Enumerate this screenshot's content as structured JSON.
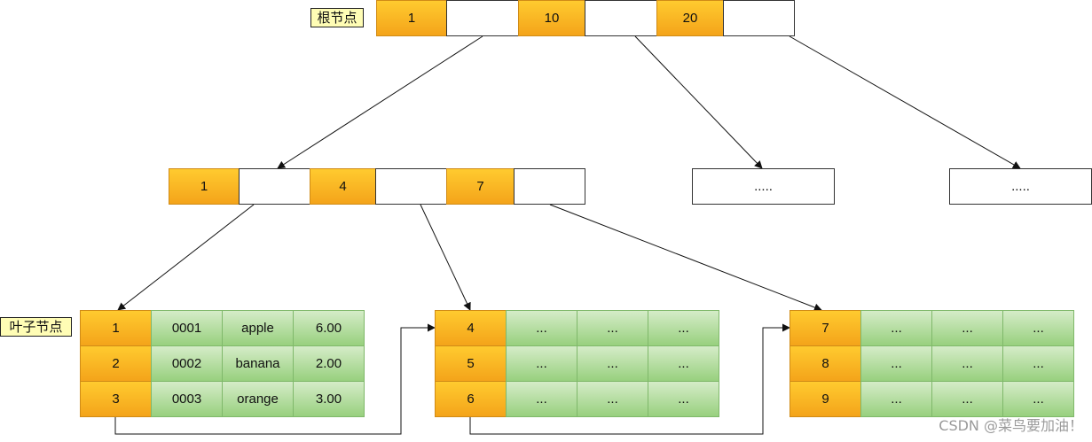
{
  "labels": {
    "root": "根节点",
    "leaf": "叶子节点"
  },
  "root": {
    "keys": [
      "1",
      "10",
      "20"
    ]
  },
  "internal": {
    "keys": [
      "1",
      "4",
      "7"
    ],
    "other_nodes": [
      ".....",
      "....."
    ]
  },
  "leaves": [
    {
      "rows": [
        {
          "key": "1",
          "id": "0001",
          "name": "apple",
          "price": "6.00"
        },
        {
          "key": "2",
          "id": "0002",
          "name": "banana",
          "price": "2.00"
        },
        {
          "key": "3",
          "id": "0003",
          "name": "orange",
          "price": "3.00"
        }
      ]
    },
    {
      "rows": [
        {
          "key": "4",
          "id": "...",
          "name": "...",
          "price": "..."
        },
        {
          "key": "5",
          "id": "...",
          "name": "...",
          "price": "..."
        },
        {
          "key": "6",
          "id": "...",
          "name": "...",
          "price": "..."
        }
      ]
    },
    {
      "rows": [
        {
          "key": "7",
          "id": "...",
          "name": "...",
          "price": "..."
        },
        {
          "key": "8",
          "id": "...",
          "name": "...",
          "price": "..."
        },
        {
          "key": "9",
          "id": "...",
          "name": "...",
          "price": "..."
        }
      ]
    }
  ],
  "watermark": "CSDN @菜鸟要加油！",
  "colors": {
    "key_fill": "#f4a41a",
    "data_fill": "#98d07e",
    "label_fill": "#fffdb5"
  }
}
